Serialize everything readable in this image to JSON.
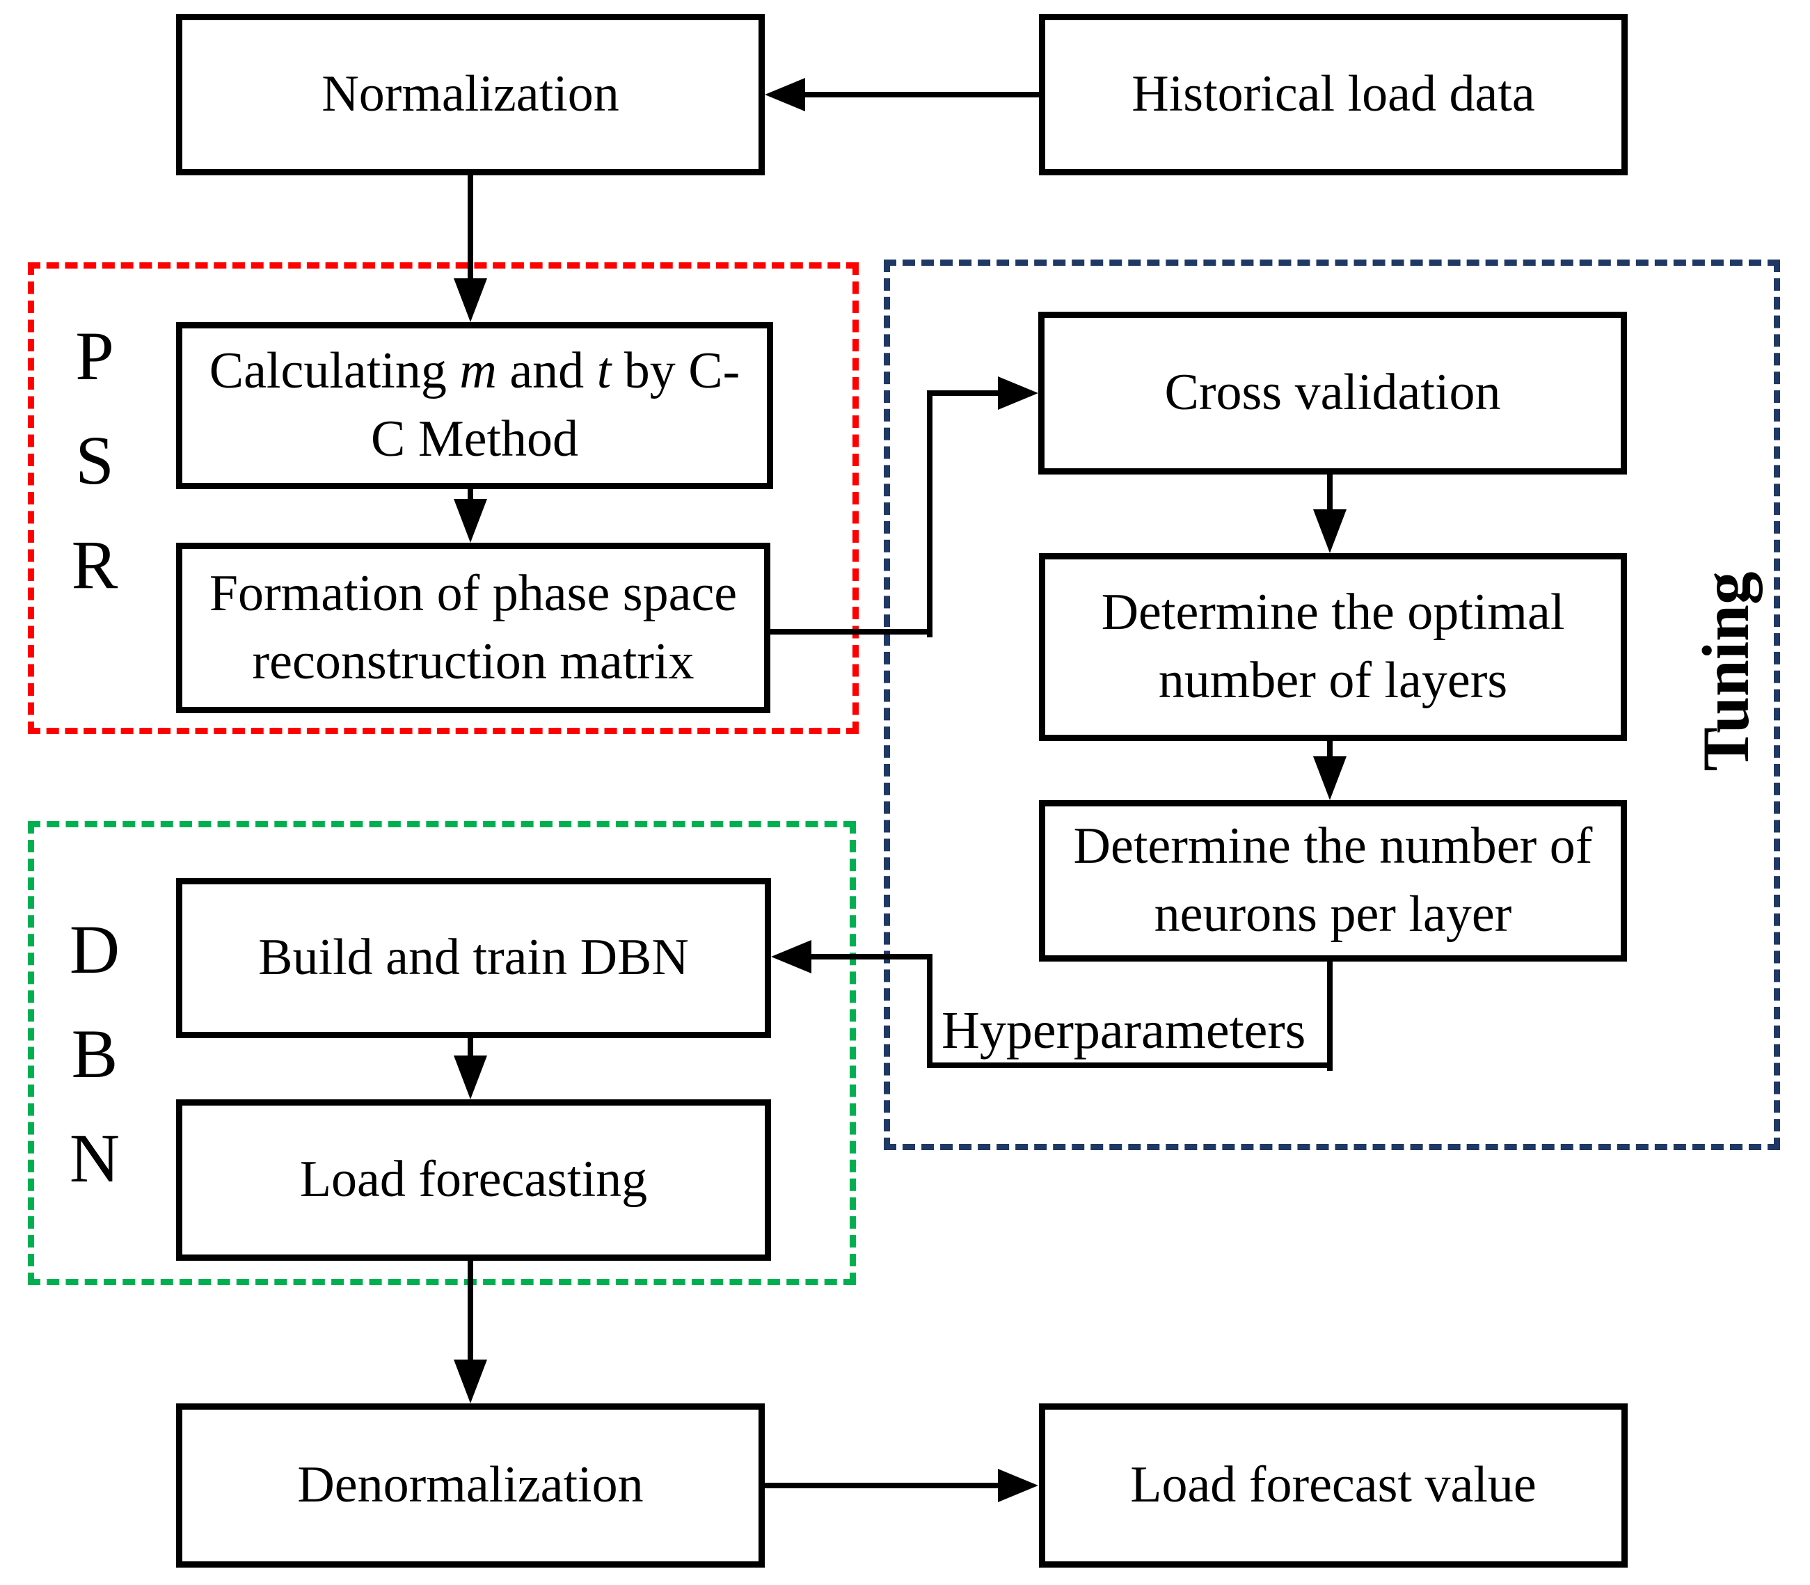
{
  "colors": {
    "psr_region_border": "#FF0000",
    "dbn_region_border": "#00B050",
    "tuning_region_border": "#1F3864",
    "line": "#000000",
    "box_background": "#FFFFFF",
    "text": "#000000"
  },
  "nodes": {
    "normalization": {
      "label": "Normalization"
    },
    "historical": {
      "label": "Historical load data"
    },
    "calculating": {
      "pre": "Calculating ",
      "m": "m",
      "mid": " and ",
      "t": "t",
      "post": " by C-C Method"
    },
    "formation": {
      "label": "Formation of phase space reconstruction matrix"
    },
    "cross_validation": {
      "label": "Cross validation"
    },
    "determine_layers": {
      "label": "Determine the optimal number of layers"
    },
    "determine_neurons": {
      "label": "Determine the number of neurons per layer"
    },
    "build_train": {
      "label": "Build and train DBN"
    },
    "load_forecasting": {
      "label": "Load forecasting"
    },
    "denormalization": {
      "label": "Denormalization"
    },
    "load_forecast_value": {
      "label": "Load forecast value"
    }
  },
  "regions": {
    "psr": {
      "letters": [
        "P",
        "S",
        "R"
      ]
    },
    "dbn": {
      "letters": [
        "D",
        "B",
        "N"
      ]
    },
    "tuning": {
      "label": "Tuning"
    }
  },
  "edge_labels": {
    "hyperparameters": "Hyperparameters"
  }
}
